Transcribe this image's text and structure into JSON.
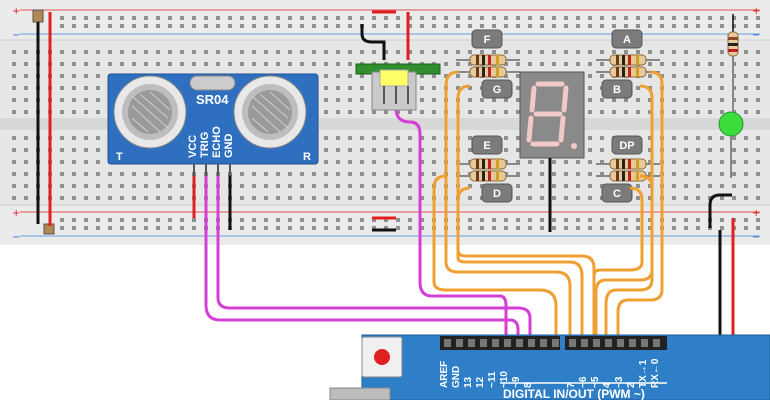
{
  "breadboard": {
    "rail_plus": "+",
    "rail_minus": "−"
  },
  "sensor": {
    "name": "SR04",
    "side_left": "T",
    "side_right": "R",
    "pins": [
      "VCC",
      "TRIG",
      "ECHO",
      "GND"
    ]
  },
  "segment_labels": [
    "F",
    "G",
    "E",
    "D",
    "A",
    "B",
    "DP",
    "C"
  ],
  "arduino": {
    "header_pins": [
      "AREF",
      "GND",
      "13",
      "12",
      "~11",
      "~10",
      "~9",
      "8",
      "7",
      "~6",
      "~5",
      "4",
      "~3",
      "2",
      "TX→1",
      "RX←0"
    ],
    "digital_label": "DIGITAL IN/OUT (PWM ~)"
  },
  "colors": {
    "wire_sensor": "#d63fd6",
    "wire_segment": "#f0a030",
    "wire_power": "#e02020",
    "wire_ground": "#111111",
    "arduino_blue": "#2f7fc8",
    "sensor_blue": "#2f6fc0",
    "led_green": "#3cdc3c",
    "display_grey": "#888888"
  }
}
